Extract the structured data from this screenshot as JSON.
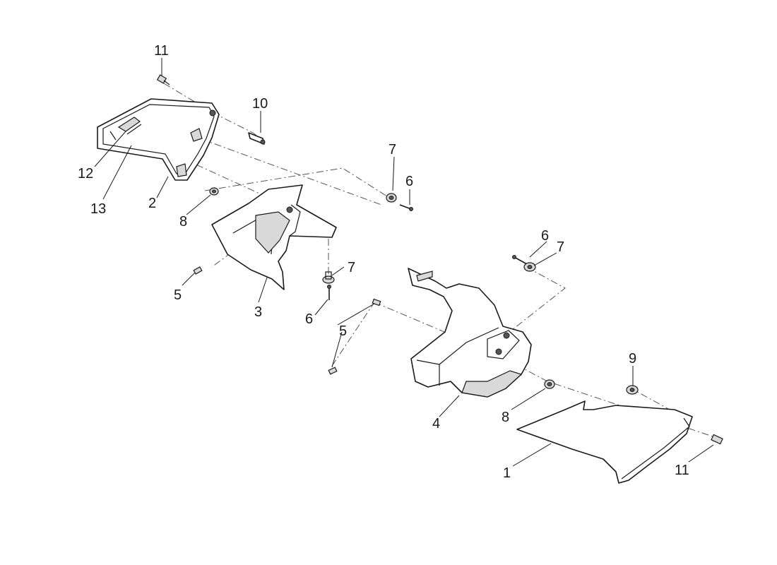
{
  "callouts": {
    "c1": "1",
    "c2": "2",
    "c3": "3",
    "c4": "4",
    "c5a": "5",
    "c5b": "5",
    "c6a": "6",
    "c6b": "6",
    "c6c": "6",
    "c7a": "7",
    "c7b": "7",
    "c7c": "7",
    "c8a": "8",
    "c8b": "8",
    "c9": "9",
    "c10": "10",
    "c11a": "11",
    "c11b": "11",
    "c12": "12",
    "c13": "13"
  }
}
